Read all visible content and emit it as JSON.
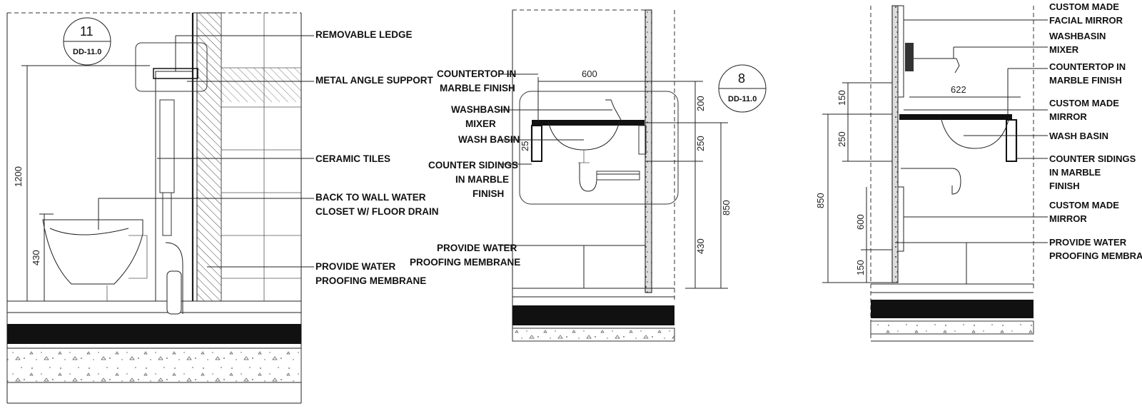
{
  "detail_11": {
    "tag": {
      "number": "11",
      "ref": "DD-11.0"
    },
    "labels": {
      "removable_ledge": "REMOVABLE LEDGE",
      "metal_angle_support": "METAL ANGLE SUPPORT",
      "ceramic_tiles": "CERAMIC TILES",
      "water_closet_1": "BACK TO WALL WATER",
      "water_closet_2": "CLOSET W/ FLOOR DRAIN",
      "waterproof_1": "PROVIDE WATER",
      "waterproof_2": "PROOFING MEMBRANE"
    },
    "dims": {
      "height_total": "1200",
      "height_pan": "430"
    }
  },
  "detail_8": {
    "tag": {
      "number": "8",
      "ref": "DD-11.0"
    },
    "labels": {
      "countertop_1": "COUNTERTOP IN",
      "countertop_2": "MARBLE FINISH",
      "mixer_1": "WASHBASIN",
      "mixer_2": "MIXER",
      "wash_basin": "WASH BASIN",
      "sidings_1": "COUNTER SIDINGS",
      "sidings_2": "IN MARBLE",
      "sidings_3": "FINISH",
      "waterproof_1": "PROVIDE WATER",
      "waterproof_2": "PROOFING MEMBRANE"
    },
    "dims": {
      "width": "600",
      "d200": "200",
      "d250": "250",
      "d25": "25",
      "d850": "850",
      "d430": "430"
    }
  },
  "detail_right": {
    "labels": {
      "facial_mirror_1": "CUSTOM MADE",
      "facial_mirror_2": "FACIAL MIRROR",
      "mixer_1": "WASHBASIN",
      "mixer_2": "MIXER",
      "countertop_1": "COUNTERTOP IN",
      "countertop_2": "MARBLE FINISH",
      "mirror_a_1": "CUSTOM MADE",
      "mirror_a_2": "MIRROR",
      "wash_basin": "WASH BASIN",
      "sidings_1": "COUNTER SIDINGS",
      "sidings_2": "IN MARBLE",
      "sidings_3": "FINISH",
      "mirror_b_1": "CUSTOM MADE",
      "mirror_b_2": "MIRROR",
      "waterproof_1": "PROVIDE WATER",
      "waterproof_2": "PROOFING MEMBRANE"
    },
    "dims": {
      "width": "622",
      "d150_top": "150",
      "d250": "250",
      "d850": "850",
      "d600": "600",
      "d150_bottom": "150"
    }
  }
}
